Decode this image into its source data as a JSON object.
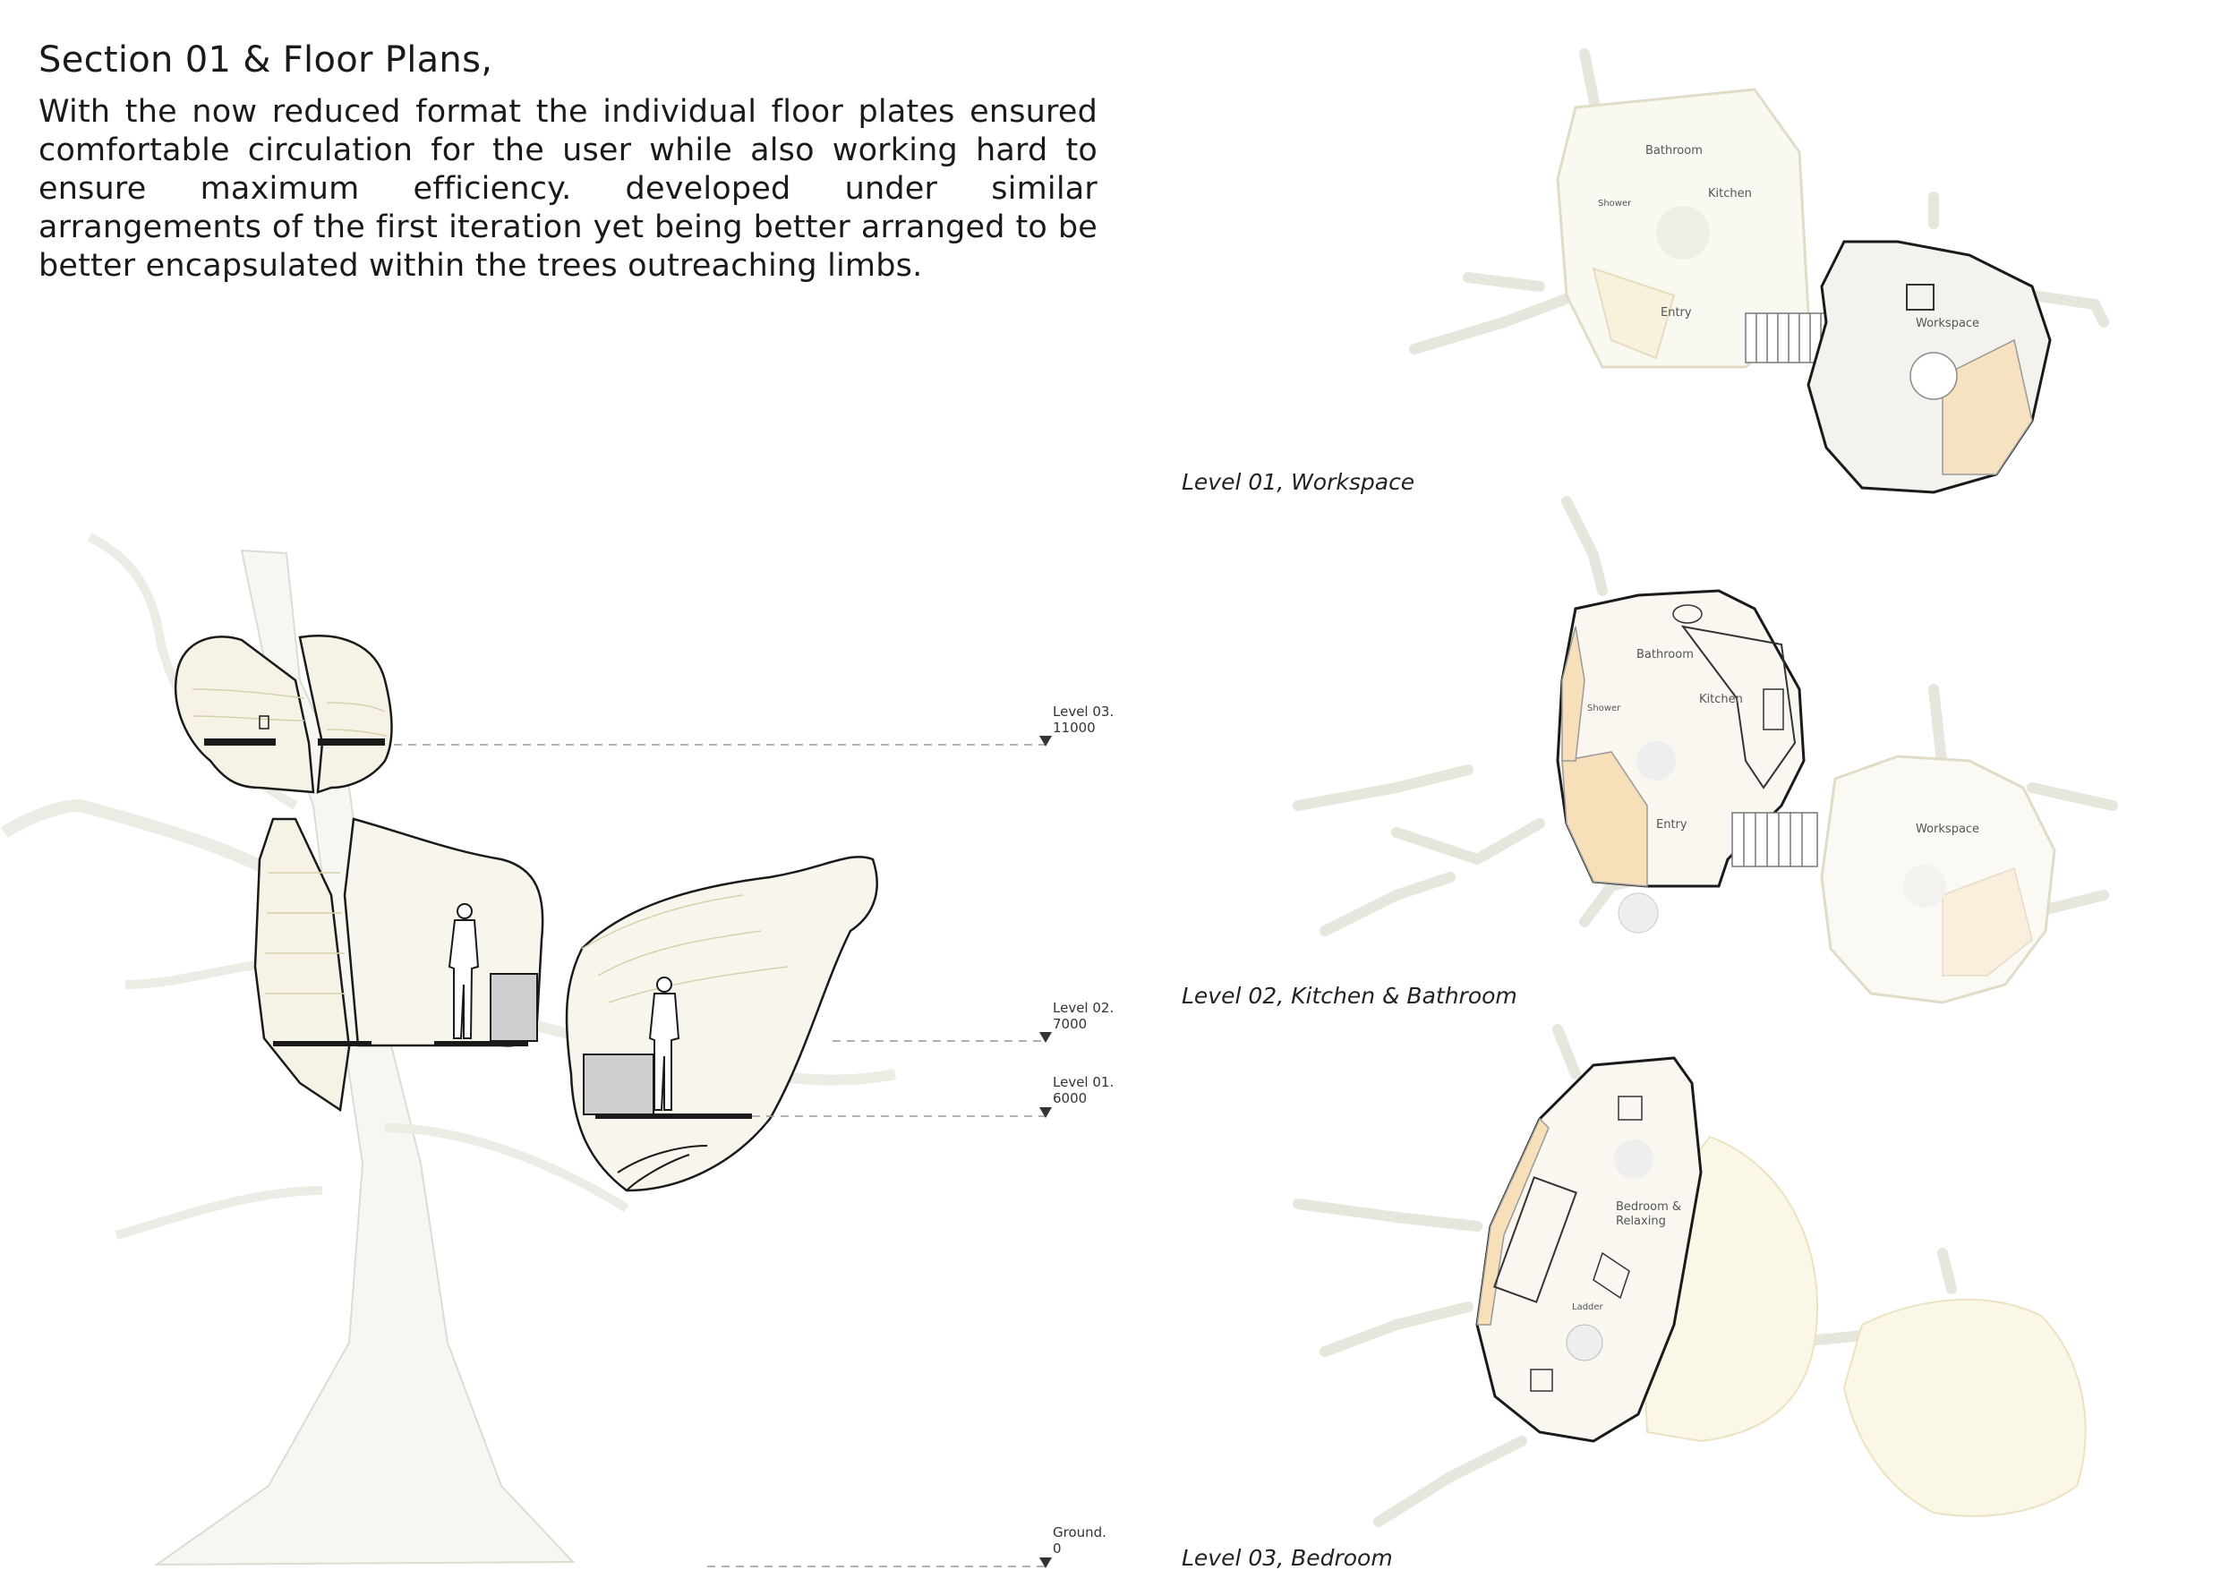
{
  "header": {
    "title": "Section 01 & Floor Plans,",
    "body": "With the now reduced format the individual floor plates ensured comfortable circulation for the user while also working hard to ensure maximum efficiency. developed under similar arrangements of the first iteration yet being better arranged to be better encapsulated within the trees outreaching limbs."
  },
  "section": {
    "levels": [
      {
        "name": "Level 03.",
        "value": "11000"
      },
      {
        "name": "Level 02.",
        "value": "7000"
      },
      {
        "name": "Level 01.",
        "value": "6000"
      },
      {
        "name": "Ground.",
        "value": "0"
      }
    ]
  },
  "plans": [
    {
      "caption": "Level 01, Workspace",
      "rooms": [
        "Bathroom",
        "Kitchen",
        "Shower",
        "Entry",
        "Workspace"
      ]
    },
    {
      "caption": "Level 02, Kitchen & Bathroom",
      "rooms": [
        "Bathroom",
        "Kitchen",
        "Shower",
        "Entry",
        "Workspace"
      ]
    },
    {
      "caption": "Level 03, Bedroom",
      "rooms": [
        "Bedroom &",
        "Relaxing",
        "Ladder"
      ]
    }
  ],
  "colors": {
    "ink": "#1a1a1a",
    "tree": "#e4e4dc",
    "timber": "#f5e3c4",
    "pale": "#f6f3e6"
  }
}
